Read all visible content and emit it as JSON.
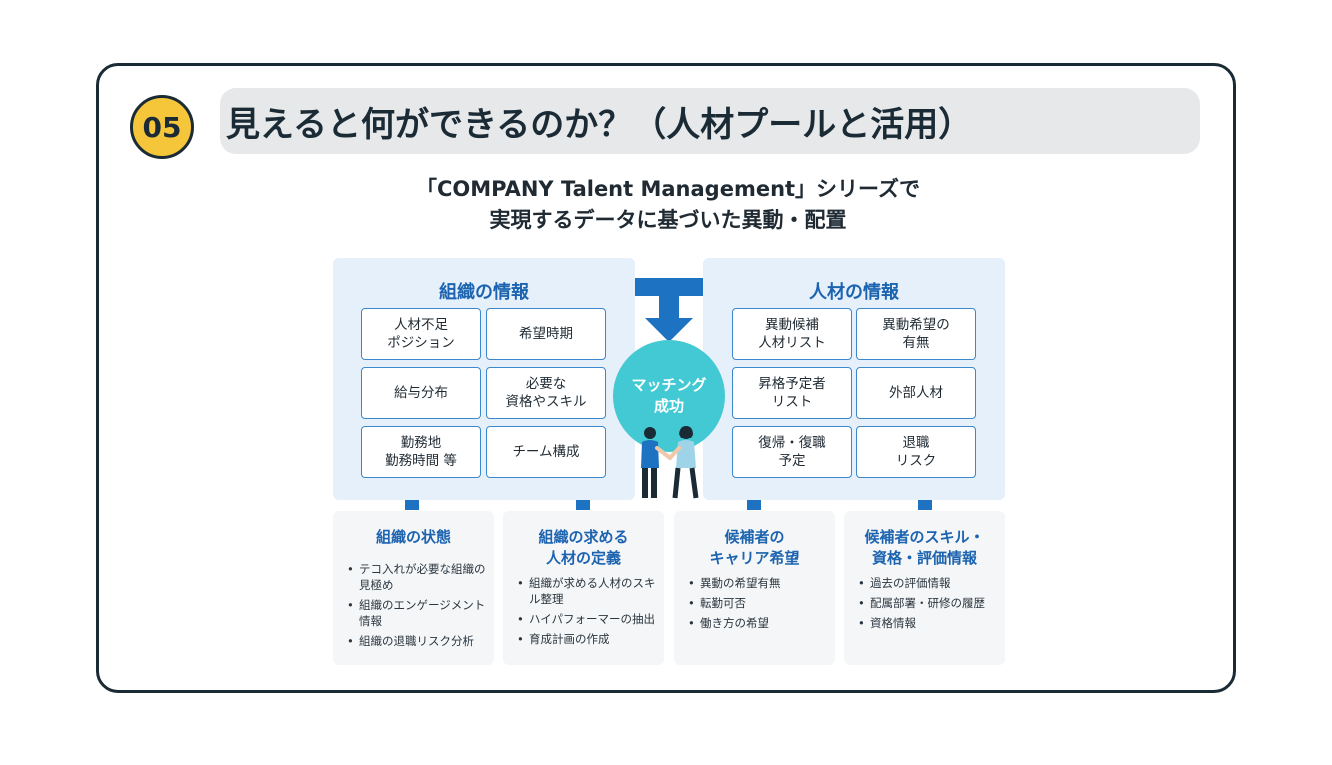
{
  "header": {
    "badge_number": "05",
    "title": "見えると何ができるのか？（人材プールと活用）"
  },
  "headline": {
    "line1": "「COMPANY Talent Management」シリーズで",
    "line2": "実現するデータに基づいた異動・配置"
  },
  "left_panel": {
    "title": "組織の情報",
    "cells": [
      "人材不足\nポジション",
      "希望時期",
      "給与分布",
      "必要な\n資格やスキル",
      "勤務地\n勤務時間 等",
      "チーム構成"
    ]
  },
  "right_panel": {
    "title": "人材の情報",
    "cells": [
      "異動候補\n人材リスト",
      "異動希望の\n有無",
      "昇格予定者\nリスト",
      "外部人材",
      "復帰・復職\n予定",
      "退職\nリスク"
    ]
  },
  "center": {
    "label": "マッチング\n成功"
  },
  "colors": {
    "accent_blue": "#1d72c2",
    "panel_bg": "#e5f0fb",
    "match_teal": "#43c9d3",
    "badge_yellow": "#f6c63a"
  },
  "cards": [
    {
      "title": "組織の状態",
      "items": [
        "テコ入れが必要な組織の見極め",
        "組織のエンゲージメント情報",
        "組織の退職リスク分析"
      ]
    },
    {
      "title": "組織の求める\n人材の定義",
      "items": [
        "組織が求める人材のスキル整理",
        "ハイパフォーマーの抽出",
        "育成計画の作成"
      ]
    },
    {
      "title": "候補者の\nキャリア希望",
      "items": [
        "異動の希望有無",
        "転勤可否",
        "働き方の希望"
      ]
    },
    {
      "title": "候補者のスキル・\n資格・評価情報",
      "items": [
        "過去の評価情報",
        "配属部署・研修の履歴",
        "資格情報"
      ]
    }
  ]
}
